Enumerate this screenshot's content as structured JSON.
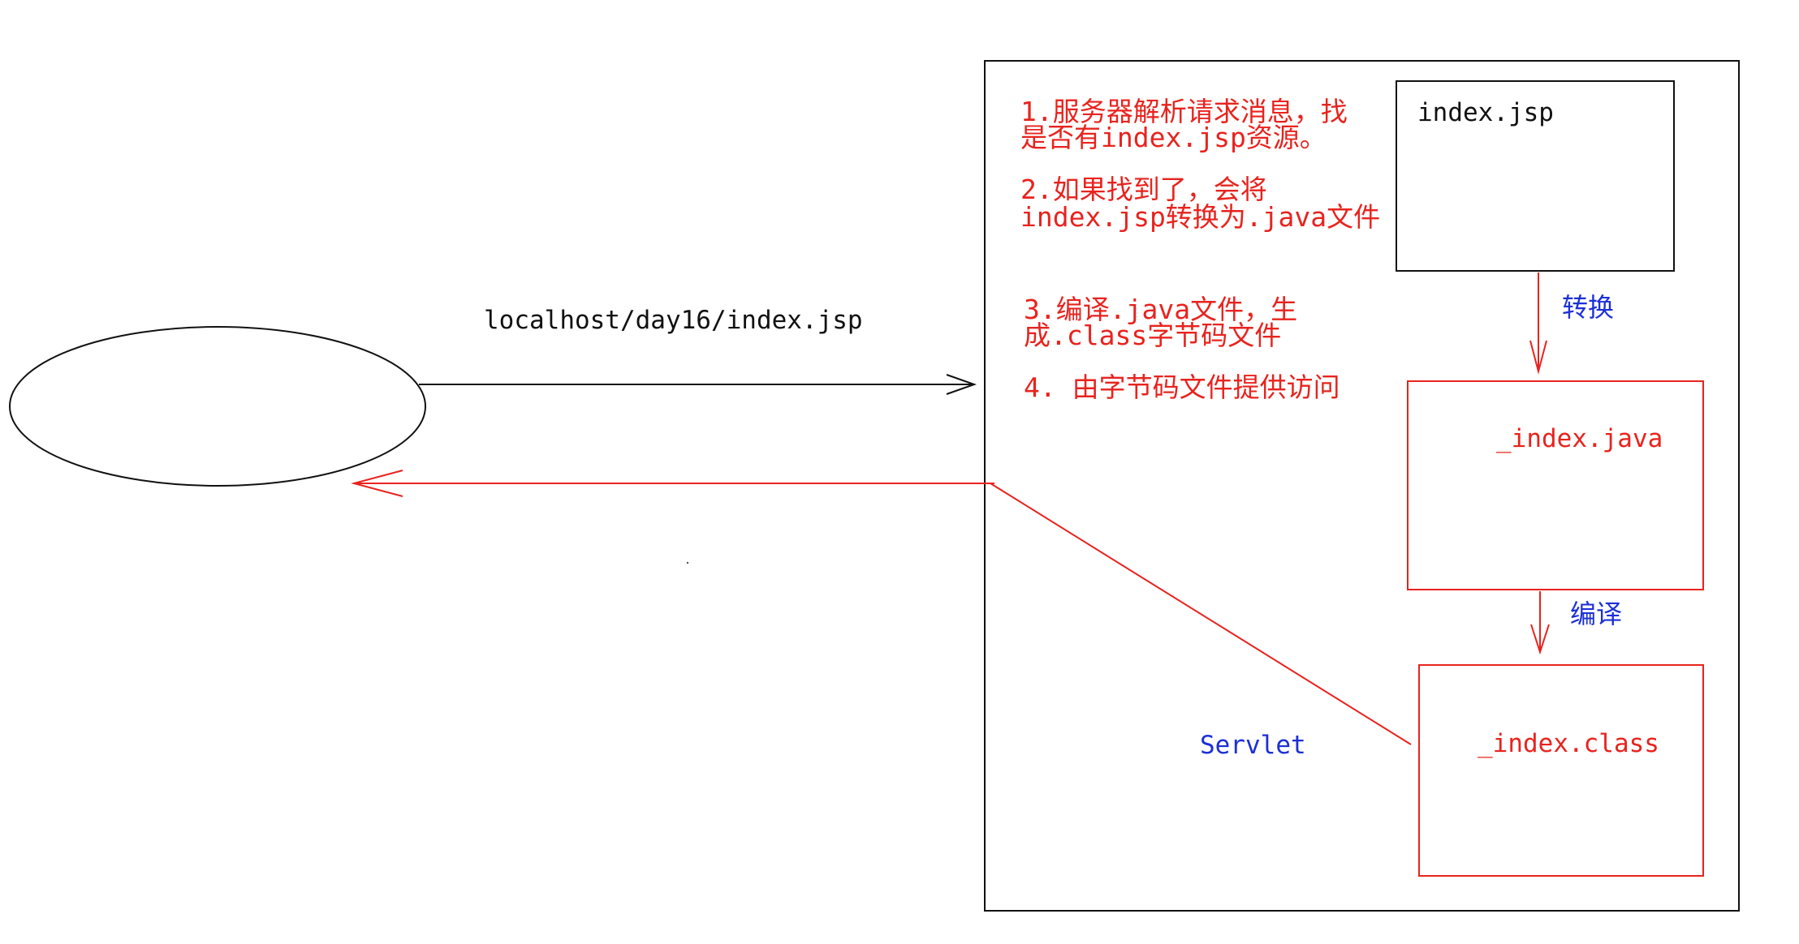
{
  "colors": {
    "red": "#e8231e",
    "blue": "#1c2fd6",
    "black": "#111111"
  },
  "request": {
    "url": "localhost/day16/index.jsp"
  },
  "server": {
    "steps": [
      {
        "line1": "1.服务器解析请求消息，找",
        "line2": "是否有index.jsp资源。"
      },
      {
        "line1": "2.如果找到了，会将",
        "line2": "index.jsp转换为.java文件"
      },
      {
        "line1": "3.编译.java文件，生",
        "line2": "成.class字节码文件"
      },
      {
        "line1": "4. 由字节码文件提供访问",
        "line2": ""
      }
    ],
    "boxes": {
      "jsp": "index.jsp",
      "java": "_index.java",
      "class": "_index.class"
    },
    "arrow_labels": {
      "convert": "转换",
      "compile": "编译"
    },
    "servlet_label": "Servlet"
  }
}
